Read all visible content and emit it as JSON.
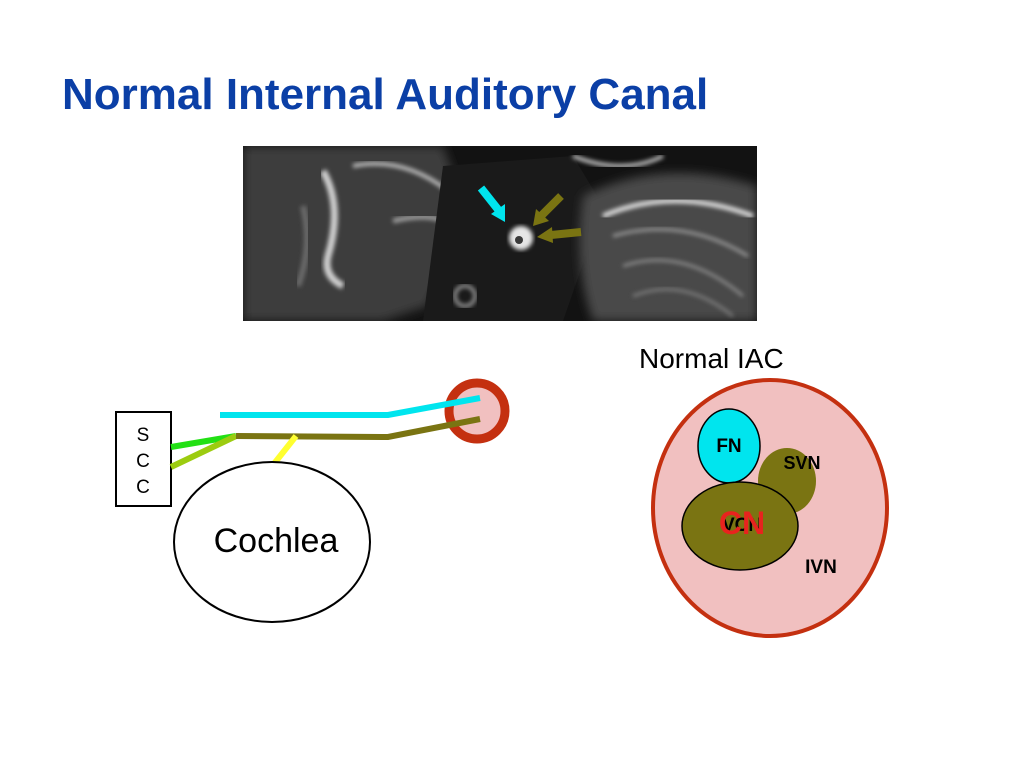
{
  "slide": {
    "title": "Normal Internal Auditory Canal"
  },
  "schematic": {
    "scc_letters": [
      "S",
      "C",
      "C"
    ],
    "cochlea_label": "Cochlea"
  },
  "cross_section": {
    "caption": "Normal IAC",
    "labels": {
      "fn": "FN",
      "svn": "SVN",
      "cn": "CN",
      "cn_under": "VCN",
      "ivn": "IVN"
    }
  },
  "colors": {
    "title": "#0b3fa6",
    "facial_nerve": "#00e5ee",
    "vestibulocochlear": "#7a7412",
    "canal_outline": "#c43010",
    "canal_fill": "#f1c0c0",
    "scc_green": "#22e014",
    "scc_lightgreen": "#9ccc10",
    "cochlear_yellow": "#ffff30",
    "cn_label": "#e8231e"
  }
}
